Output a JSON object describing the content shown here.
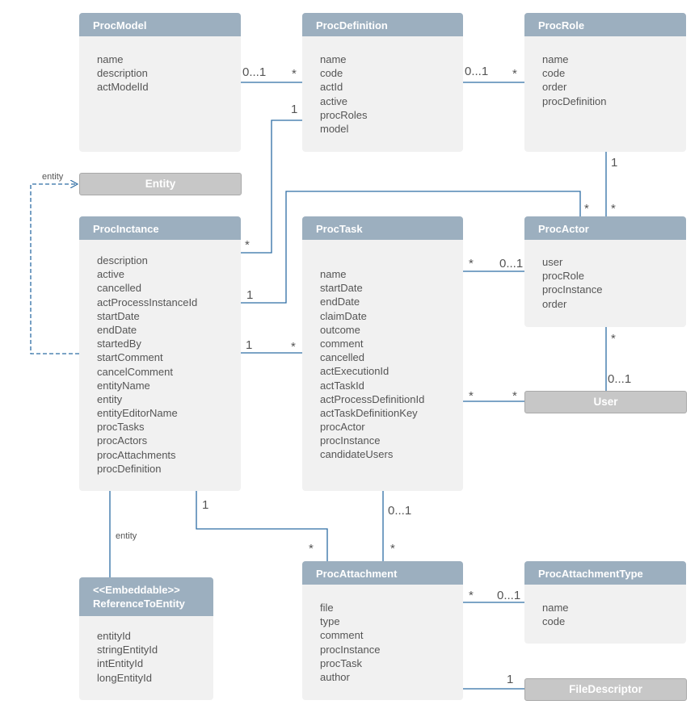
{
  "entities": {
    "proc_model": {
      "title": "ProcModel",
      "attrs": [
        "name",
        "description",
        "actModelId"
      ]
    },
    "proc_definition": {
      "title": "ProcDefinition",
      "attrs": [
        "name",
        "code",
        "actId",
        "active",
        "procRoles",
        "model"
      ]
    },
    "proc_role": {
      "title": "ProcRole",
      "attrs": [
        "name",
        "code",
        "order",
        "procDefinition"
      ]
    },
    "entity": {
      "title": "Entity"
    },
    "proc_instance": {
      "title": "ProcInctance",
      "attrs": [
        "description",
        "active",
        "cancelled",
        "actProcessInstanceId",
        "startDate",
        "endDate",
        "startedBy",
        "startComment",
        "cancelComment",
        "entityName",
        "entity",
        "entityEditorName",
        "procTasks",
        "procActors",
        "procAttachments",
        "procDefinition"
      ]
    },
    "proc_task": {
      "title": "ProcTask",
      "attrs": [
        "name",
        "startDate",
        "endDate",
        "claimDate",
        "outcome",
        "comment",
        "cancelled",
        "actExecutionId",
        "actTaskId",
        "actProcessDefinitionId",
        "actTaskDefinitionKey",
        "procActor",
        "procInstance",
        "candidateUsers"
      ]
    },
    "proc_actor": {
      "title": "ProcActor",
      "attrs": [
        "user",
        "procRole",
        "procInstance",
        "order"
      ]
    },
    "user": {
      "title": "User"
    },
    "reference_to_entity": {
      "title_line1": "<<Embeddable>>",
      "title_line2": "ReferenceToEntity",
      "attrs": [
        "entityId",
        "stringEntityId",
        "intEntityId",
        "longEntityId"
      ]
    },
    "proc_attachment": {
      "title": "ProcAttachment",
      "attrs": [
        "file",
        "type",
        "comment",
        "procInstance",
        "procTask",
        "author"
      ]
    },
    "proc_attachment_type": {
      "title": "ProcAttachmentType",
      "attrs": [
        "name",
        "code"
      ]
    },
    "file_descriptor": {
      "title": "FileDescriptor"
    }
  },
  "labels": {
    "model_def_1": "0...1",
    "model_def_2": "*",
    "def_role_1": "0...1",
    "def_role_2": "*",
    "def_inst_1": "1",
    "def_inst_2": "*",
    "entity_link": "entity",
    "role_actor_1": "1",
    "role_actor_2": "*",
    "inst_actor_1": "1",
    "inst_actor_2": "*",
    "task_actor_1": "*",
    "task_actor_2": "0...1",
    "inst_task_1": "1",
    "inst_task_2": "*",
    "actor_user_1": "*",
    "actor_user_2": "0...1",
    "task_user_1": "*",
    "task_user_2": "*",
    "inst_ref_label": "entity",
    "inst_att_1": "1",
    "inst_att_2": "*",
    "task_att_1": "0...1",
    "task_att_2": "*",
    "att_type_1": "*",
    "att_type_2": "0...1",
    "att_file_1": "1"
  },
  "colors": {
    "header": "#9cafbf",
    "body": "#f1f1f1",
    "line": "#2e6da4",
    "plain": "#c7c7c7"
  }
}
